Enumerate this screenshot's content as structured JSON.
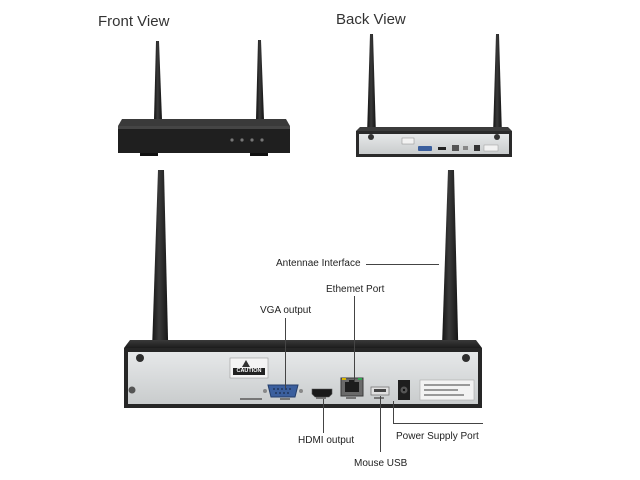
{
  "views": {
    "front": "Front View",
    "back": "Back View"
  },
  "device_text": {
    "caution": "CAUTION"
  },
  "callouts": {
    "antennae": "Antennae Interface",
    "ethernet": "Ethemet Port",
    "vga": "VGA output",
    "hdmi": "HDMI output",
    "power": "Power Supply Port",
    "usb": "Mouse USB"
  },
  "colors": {
    "device_dark": "#2b2b2b",
    "device_panel": "#d9dbdc",
    "vga_blue": "#3b5f9e",
    "antenna": "#1e1e1e"
  }
}
